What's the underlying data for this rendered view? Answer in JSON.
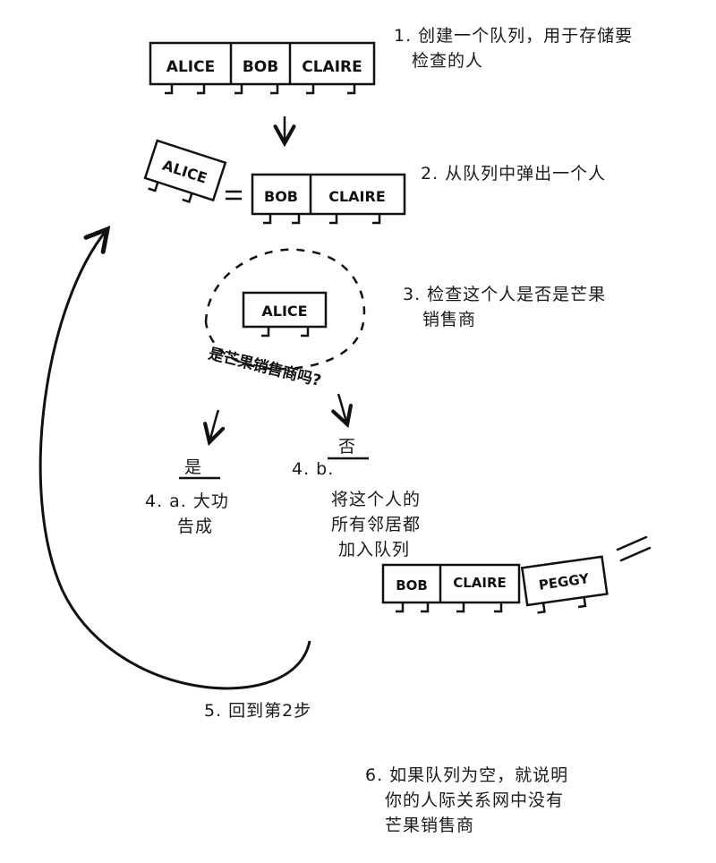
{
  "steps": {
    "step1": [
      "1. 创建一个队列，用于存储要",
      "检查的人"
    ],
    "step2": [
      "2. 从队列中弹出一个人"
    ],
    "step3": [
      "3. 检查这个人是否是芒果",
      "销售商"
    ],
    "question": "是芒果销售商吗?",
    "yes_label": "是",
    "no_label": "否",
    "step4a": [
      "4. a. 大功",
      "告成"
    ],
    "step4b_num": "4. b.",
    "step4b": [
      "将这个人的",
      "所有邻居都",
      "加入队列"
    ],
    "step5": "5. 回到第2步",
    "step6": [
      "6. 如果队列为空，就说明",
      "你的人际关系网中没有",
      "芒果销售商"
    ]
  },
  "queues": {
    "initial": [
      "ALICE",
      "BOB",
      "CLAIRE"
    ],
    "popped": "ALICE",
    "remaining": [
      "BOB",
      "CLAIRE"
    ],
    "checking": "ALICE",
    "updated": [
      "BOB",
      "CLAIRE",
      "PEGGY"
    ]
  },
  "colors": {
    "ink": "#111111",
    "paper": "#ffffff"
  }
}
